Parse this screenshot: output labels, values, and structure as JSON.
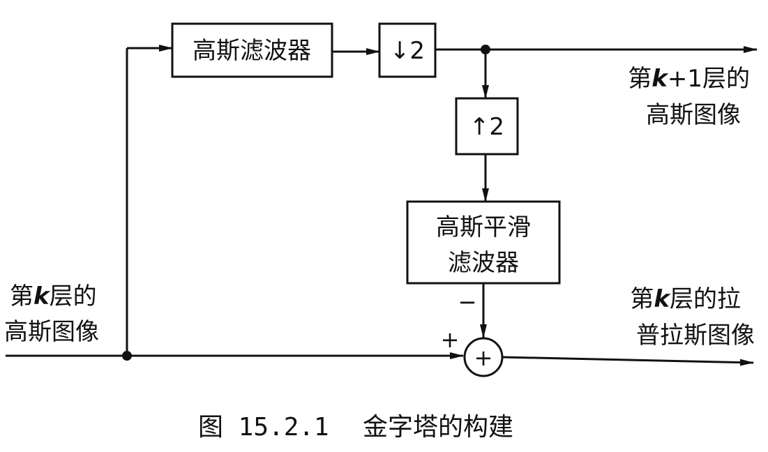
{
  "diagram": {
    "blocks": {
      "gauss_filter": "高斯滤波器",
      "downsample": "↓2",
      "upsample": "↑2",
      "smooth_filter_line1": "高斯平滑",
      "smooth_filter_line2": "滤波器"
    },
    "summer": {
      "symbol": "+",
      "plus_sign": "+",
      "minus_sign": "−"
    },
    "labels": {
      "input": {
        "line1_pre": "第",
        "line1_var": "k",
        "line1_post": "层的",
        "line2": "高斯图像"
      },
      "output_gauss": {
        "line1_pre": "第",
        "line1_var": "k",
        "line1_post": "+1层的",
        "line2": "高斯图像"
      },
      "output_laplace": {
        "line1_pre": "第",
        "line1_var": "k",
        "line1_post": "层的拉",
        "line2": "普拉斯图像"
      }
    }
  },
  "caption": {
    "figure_label": "图 15.2.1",
    "title": "金字塔的构建"
  }
}
